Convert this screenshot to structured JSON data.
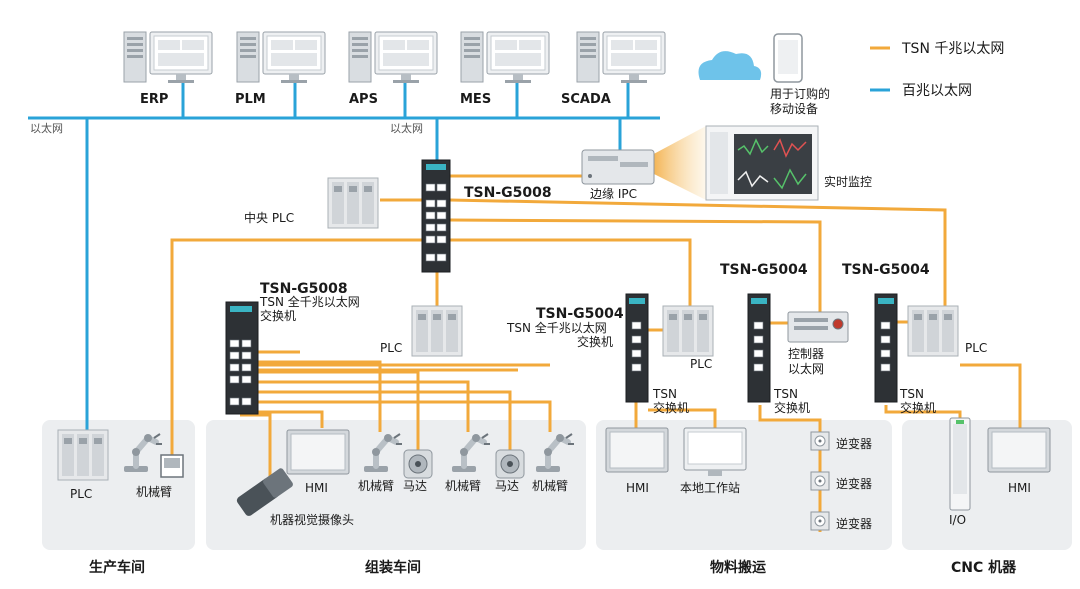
{
  "legend": {
    "gigabit": "TSN 千兆以太网",
    "fast": "百兆以太网",
    "colors": {
      "gigabit": "#f2a93b",
      "fast": "#2aa3d8"
    }
  },
  "servers": [
    "ERP",
    "PLM",
    "APS",
    "MES",
    "SCADA"
  ],
  "ethernet_label_left": "以太网",
  "ethernet_label_center": "以太网",
  "cloud_label": "用于订购的\n移动设备",
  "cloud_label_line1": "用于订购的",
  "cloud_label_line2": "移动设备",
  "edge_ipc": "边缘 IPC",
  "monitor": "实时监控",
  "central_plc": "中央 PLC",
  "core_switch": "TSN-G5008",
  "assembly_switch": {
    "model": "TSN-G5008",
    "line1": "TSN 全千兆以太网",
    "line2": "交换机"
  },
  "material_switch": {
    "model": "TSN-G5004",
    "line1": "TSN 全千兆以太网",
    "line2": "交换机"
  },
  "ctrl_switch": {
    "model": "TSN-G5004",
    "line1": "TSN",
    "line2": "交换机"
  },
  "cnc_switch": {
    "model": "TSN-G5004",
    "line1": "TSN",
    "line2": "交换机"
  },
  "material_sw_label": {
    "line1": "TSN",
    "line2": "交换机"
  },
  "controller": {
    "line1": "控制器",
    "line2": "以太网"
  },
  "devices": {
    "plc": "PLC",
    "robot_arm": "机械臂",
    "hmi": "HMI",
    "motor": "马达",
    "camera": "机器视觉摄像头",
    "workstation": "本地工作站",
    "inverter": "逆变器",
    "io": "I/O"
  },
  "zones": [
    "生产车间",
    "组装车间",
    "物料搬运",
    "CNC 机器"
  ]
}
